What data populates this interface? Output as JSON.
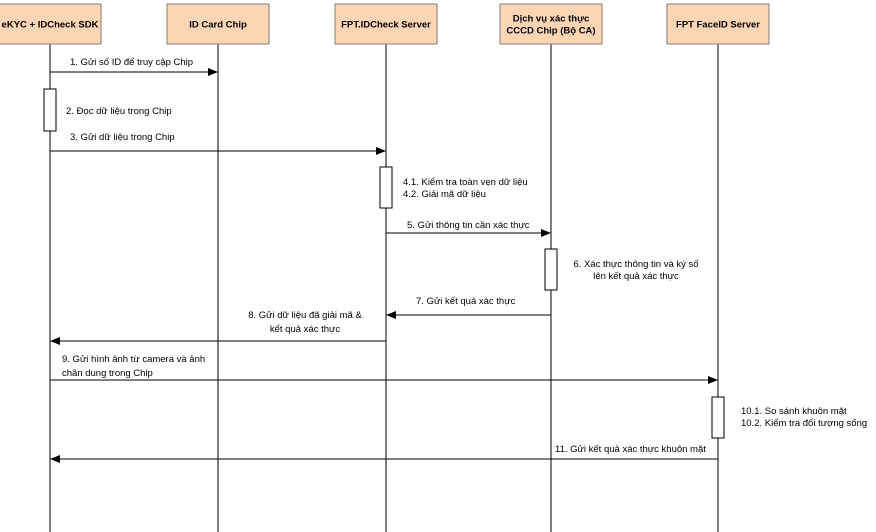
{
  "colors": {
    "participant_fill": "#fcd5b4",
    "participant_stroke": "#7f7f7f",
    "line": "#000000"
  },
  "participants": [
    {
      "id": "sdk",
      "lines": [
        "eKYC + IDCheck SDK"
      ]
    },
    {
      "id": "chip",
      "lines": [
        "ID Card Chip"
      ]
    },
    {
      "id": "server",
      "lines": [
        "FPT.IDCheck Server"
      ]
    },
    {
      "id": "ca",
      "lines": [
        "Dịch vụ xác thực",
        "CCCD Chip (Bộ CA)"
      ]
    },
    {
      "id": "faceid",
      "lines": [
        "FPT FaceID Server"
      ]
    }
  ],
  "messages": [
    {
      "from": "sdk",
      "to": "chip",
      "lines": [
        "1. Gửi số ID để truy cập Chip"
      ]
    },
    {
      "from": "sdk",
      "to": "server",
      "lines": [
        "3. Gửi dữ liệu trong Chip"
      ]
    },
    {
      "from": "server",
      "to": "ca",
      "lines": [
        "5. Gửi thông tin cần xác thực"
      ]
    },
    {
      "from": "ca",
      "to": "server",
      "lines": [
        "7. Gửi kết quả xác thực"
      ]
    },
    {
      "from": "server",
      "to": "sdk",
      "lines": [
        "8. Gửi dữ liệu đã giải mã &",
        "kết quả xác thực"
      ]
    },
    {
      "from": "sdk",
      "to": "faceid",
      "lines": [
        "9. Gửi hình ảnh từ camera và ảnh",
        "chân dung trong Chip"
      ]
    },
    {
      "from": "faceid",
      "to": "sdk",
      "lines": [
        "11. Gửi kết quả xác thực khuôn mặt"
      ]
    }
  ],
  "activations": [
    {
      "on": "sdk",
      "lines": [
        "2. Đọc dữ liệu trong Chip"
      ]
    },
    {
      "on": "server",
      "lines": [
        "4.1. Kiểm tra toàn vẹn dữ liệu",
        "4.2. Giải mã dữ liệu"
      ]
    },
    {
      "on": "ca",
      "lines": [
        "6. Xác thực thông tin và ký số",
        "lên kết quả xác thực"
      ]
    },
    {
      "on": "faceid",
      "lines": [
        "10.1. So sánh khuôn mặt",
        "10.2. Kiểm tra đối tượng sống"
      ]
    }
  ]
}
